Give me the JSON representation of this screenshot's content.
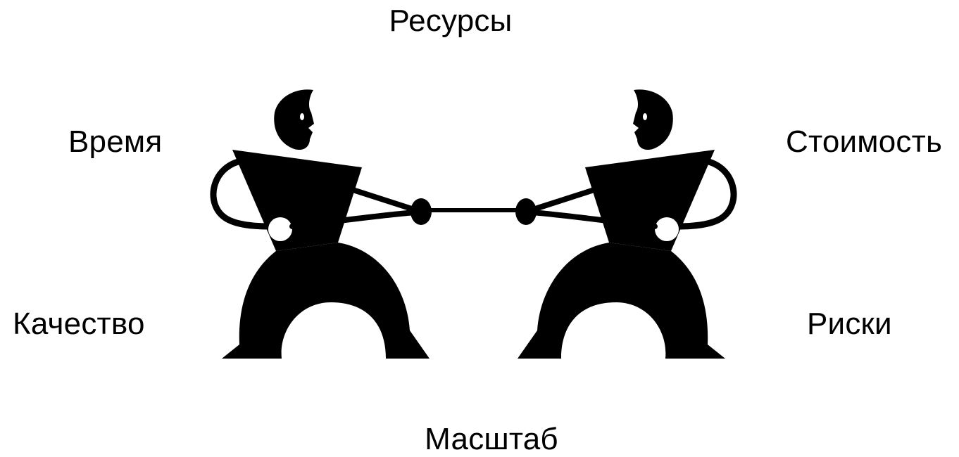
{
  "labels": {
    "top": "Ресурсы",
    "top_left": "Время",
    "top_right": "Стоимость",
    "bottom_left": "Качество",
    "bottom_right": "Риски",
    "bottom": "Масштаб"
  },
  "illustration": {
    "figure": "two-people-tug-of-war",
    "colors": {
      "figure": "#000000",
      "background": "#ffffff"
    }
  }
}
